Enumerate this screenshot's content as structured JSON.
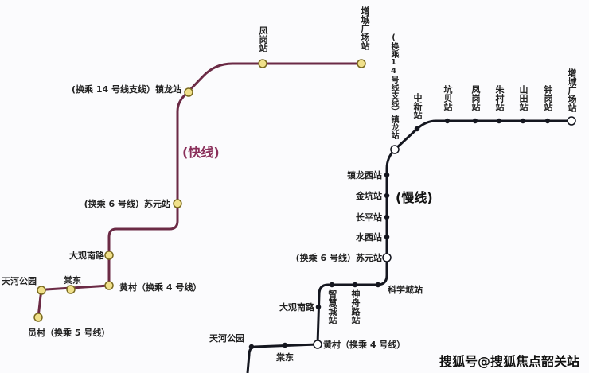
{
  "colors": {
    "fast_line": "#6b2a45",
    "fast_station": "#f0e08a",
    "slow_line": "#14161f",
    "fast_tag": "#8a2f5a"
  },
  "fast_line": {
    "tag": "(快线)",
    "stations": {
      "zengcheng": "增城广场站",
      "fenggang": "凤岗站",
      "zhenlong": "(换乘 14 号线支线）镇龙站",
      "suyuan": "(换乘 6 号线）苏元站",
      "daguan": "大观南路",
      "huangcun": "黄村（换乘 4 号线）",
      "tangdong": "棠东",
      "tianhe": "天河公园",
      "yuancun": "员村（换乘 5 号线）"
    }
  },
  "slow_line": {
    "tag": "(慢线)",
    "stations": {
      "zengcheng": "增城广场站",
      "zhonggang": "钟岗站",
      "shantian": "山田站",
      "zhucun": "朱村站",
      "fenggang": "凤岗站",
      "kengbei": "坑贝站",
      "zhongxin": "中新站",
      "zhenlong": "(换乘14号线支线）镇龙站",
      "zhenlongxi": "镇龙西站",
      "jinkeng": "金坑站",
      "changping": "长平站",
      "shuixi": "水西站",
      "suyuan": "(换乘 6 号线）苏元站",
      "kexuecheng": "科学城站",
      "shenzhoulu": "神舟路站",
      "zhihuicheng": "智慧城站",
      "daguan": "大观南路",
      "huangcun": "黄村（换乘 4 号线）",
      "tangdong": "棠东",
      "tianhe": "天河公园"
    }
  },
  "watermark": "搜狐号@搜狐焦点韶关站"
}
